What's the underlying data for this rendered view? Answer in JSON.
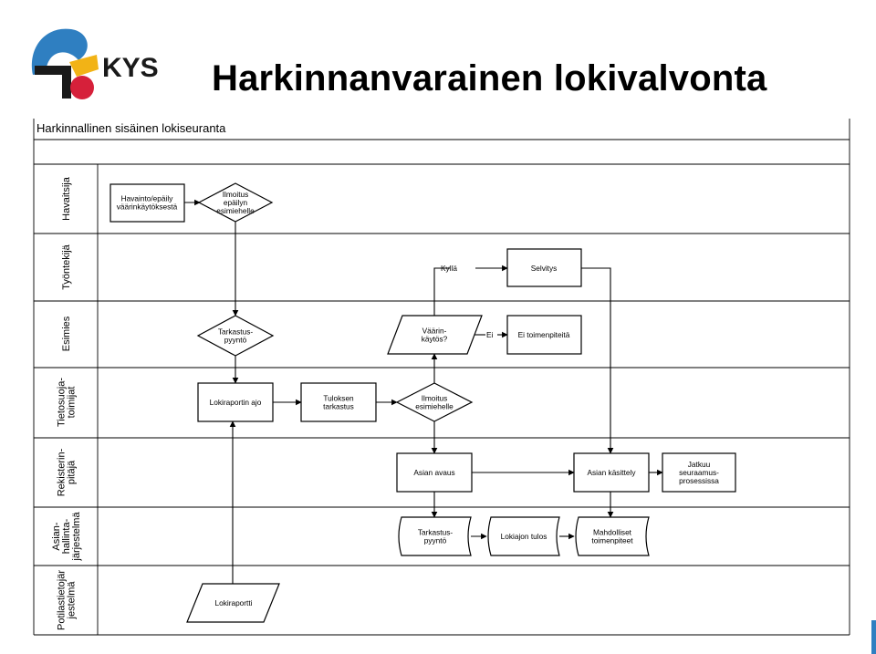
{
  "header": {
    "logo_text": "KYS",
    "title": "Harkinnanvarainen lokivalvonta"
  },
  "diagram": {
    "heading": "Harkinnallinen sisäinen lokiseuranta",
    "lanes": [
      [
        "Havaitsija"
      ],
      [
        "Työntekijä"
      ],
      [
        "Esimies"
      ],
      [
        "Tietosuoja-",
        "toimijat"
      ],
      [
        "Rekisterin-",
        "pitäjä"
      ],
      [
        "Asian-",
        "hallinta-",
        "järjestelmä"
      ],
      [
        "Potilastietojär",
        "jestelmä"
      ]
    ],
    "nodes": {
      "havainto": [
        "Havainto/epäily",
        "väärinkäytöksestä"
      ],
      "ilmoitus_esimiehelle_1": [
        "Ilmoitus",
        "epäilyn",
        "esimiehelle"
      ],
      "selvitys": [
        "Selvitys"
      ],
      "tarkastuspyynto_1": [
        "Tarkastus-",
        "pyyntö"
      ],
      "vaarinkaytos": [
        "Väärin-",
        "käytös?"
      ],
      "ei_toimenpiteita": [
        "Ei toimenpiteitä"
      ],
      "lokiraportin_ajo": [
        "Lokiraportin ajo"
      ],
      "tuloksen_tarkastus": [
        "Tuloksen",
        "tarkastus"
      ],
      "ilmoitus_esimiehelle_2": [
        "Ilmoitus",
        "esimiehelle"
      ],
      "asian_avaus": [
        "Asian avaus"
      ],
      "asian_kasittely": [
        "Asian käsittely"
      ],
      "jatkuu": [
        "Jatkuu",
        "seuraamus-",
        "prosessissa"
      ],
      "tarkastuspyynto_2": [
        "Tarkastus-",
        "pyyntö"
      ],
      "lokiajon_tulos": [
        "Lokiajon tulos"
      ],
      "mahdolliset_toimenpiteet": [
        "Mahdolliset",
        "toimenpiteet"
      ],
      "lokiraportti": [
        "Lokiraportti"
      ]
    },
    "edge_labels": {
      "yes": "Kyllä",
      "no": "Ei"
    }
  }
}
